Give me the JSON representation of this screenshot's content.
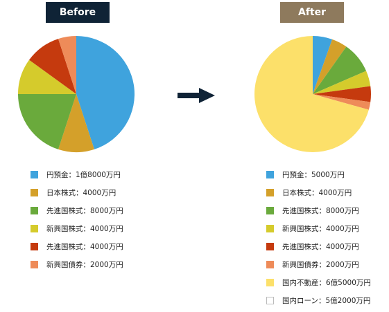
{
  "chart_data": [
    {
      "type": "pie",
      "title": "Before",
      "unit": "万円",
      "slices": [
        {
          "label": "円預金",
          "display": "1億8000万円",
          "value": 18000,
          "color": "#3fa3dd"
        },
        {
          "label": "日本株式",
          "display": "4000万円",
          "value": 4000,
          "color": "#d4a02a"
        },
        {
          "label": "先進国株式",
          "display": "8000万円",
          "value": 8000,
          "color": "#6aaa3c"
        },
        {
          "label": "新興国株式",
          "display": "4000万円",
          "value": 4000,
          "color": "#d5cb2c"
        },
        {
          "label": "先進国株式",
          "display": "4000万円",
          "value": 4000,
          "color": "#c53a0e"
        },
        {
          "label": "新興国債券",
          "display": "2000万円",
          "value": 2000,
          "color": "#ee8b59"
        }
      ]
    },
    {
      "type": "pie",
      "title": "After",
      "unit": "万円",
      "slices": [
        {
          "label": "円預金",
          "display": "5000万円",
          "value": 5000,
          "color": "#3fa3dd"
        },
        {
          "label": "日本株式",
          "display": "4000万円",
          "value": 4000,
          "color": "#d4a02a"
        },
        {
          "label": "先進国株式",
          "display": "8000万円",
          "value": 8000,
          "color": "#6aaa3c"
        },
        {
          "label": "新興国株式",
          "display": "4000万円",
          "value": 4000,
          "color": "#d5cb2c"
        },
        {
          "label": "先進国株式",
          "display": "4000万円",
          "value": 4000,
          "color": "#c53a0e"
        },
        {
          "label": "新興国債券",
          "display": "2000万円",
          "value": 2000,
          "color": "#ee8b59"
        },
        {
          "label": "国内不動産",
          "display": "6億5000万円",
          "value": 65000,
          "color": "#fce06a"
        },
        {
          "label": "国内ローン",
          "display": "5億2000万円",
          "value": 52000,
          "color": "#ffffff",
          "in_pie": false
        }
      ]
    }
  ],
  "arrow_color": "#0f2336",
  "separator": "："
}
